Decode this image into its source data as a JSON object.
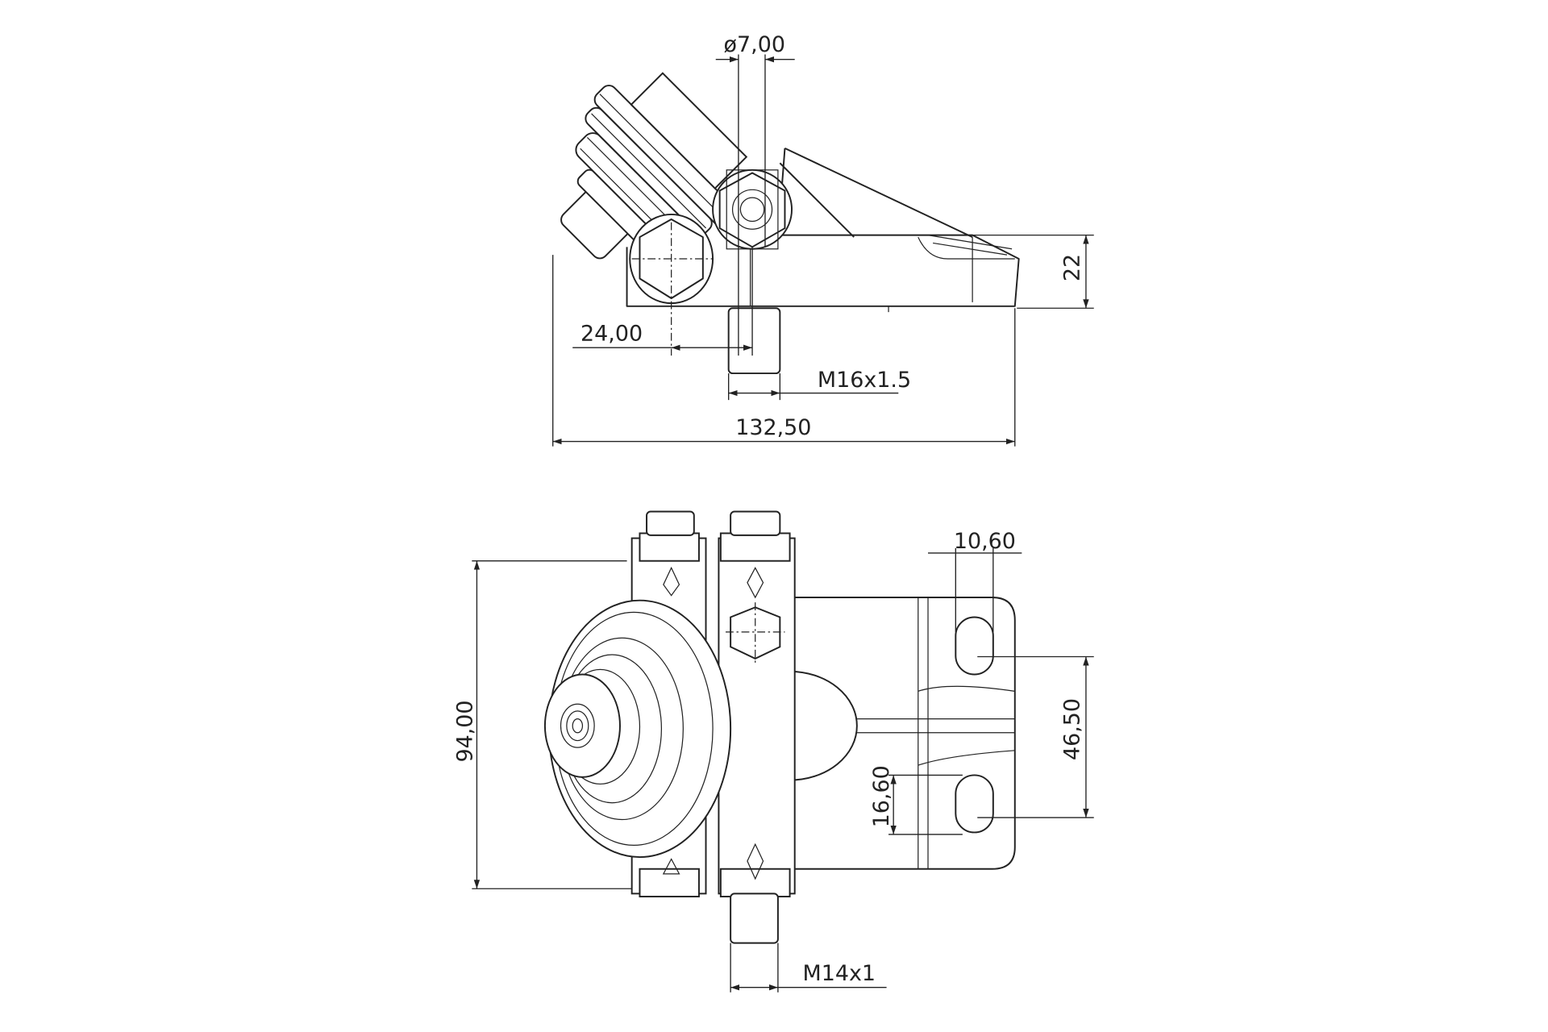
{
  "drawing": {
    "side_view": {
      "dimensions": {
        "diameter": "ø7,00",
        "offset": "24,00",
        "thread_top": "M16x1.5",
        "overall_length": "132,50",
        "height": "22"
      }
    },
    "bottom_view": {
      "dimensions": {
        "slot_width": "10,60",
        "overall_width": "94,00",
        "hole_spacing": "46,50",
        "slot_length": "16,60",
        "thread_bottom": "M14x1"
      }
    },
    "colors": {
      "line": "#222222",
      "background": "#ffffff"
    }
  }
}
